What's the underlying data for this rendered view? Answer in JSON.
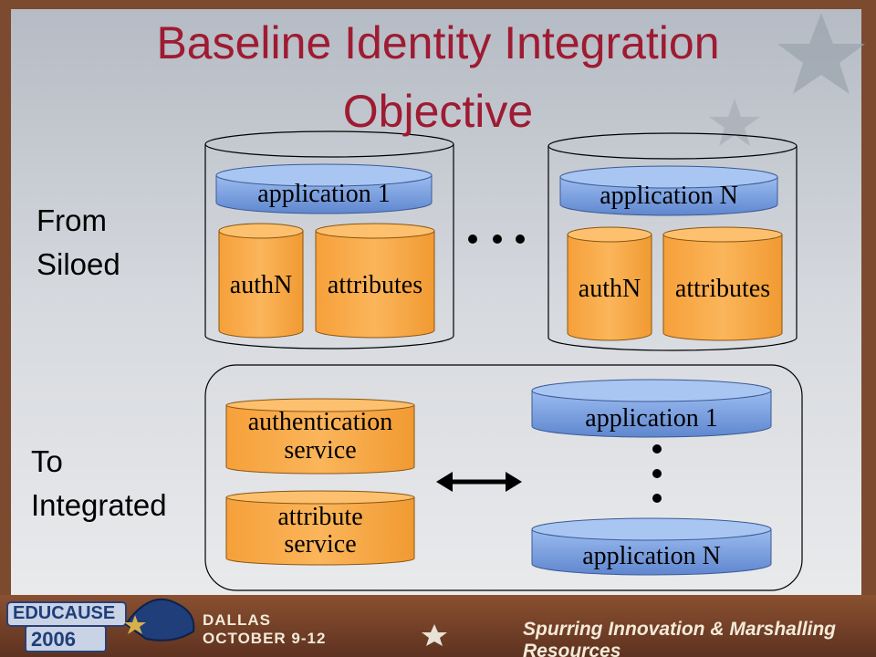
{
  "slide": {
    "title_line1": "Baseline Identity Integration",
    "title_line2": "Objective",
    "from_label": "From Siloed",
    "to_label": "To Integrated"
  },
  "siloed": {
    "silo_left": {
      "application": "application 1",
      "authn": "authN",
      "attributes": "attributes"
    },
    "silo_right": {
      "application": "application N",
      "authn": "authN",
      "attributes": "attributes"
    }
  },
  "integrated": {
    "authentication_service": {
      "line1": "authentication",
      "line2": "service"
    },
    "attribute_service": {
      "line1": "attribute",
      "line2": "service"
    },
    "app_top": "application 1",
    "app_bottom": "application N"
  },
  "footer": {
    "logo_text": "EDUCAUSE",
    "logo_year": "2006",
    "city": "DALLAS",
    "dates": "OCTOBER 9-12",
    "tagline": "Spurring Innovation & Marshalling Resources"
  },
  "colors": {
    "title": "#9e1b32",
    "app_blue": "#6b93d6",
    "store_orange": "#f7a84a",
    "footer_brown": "#6b3a22"
  }
}
